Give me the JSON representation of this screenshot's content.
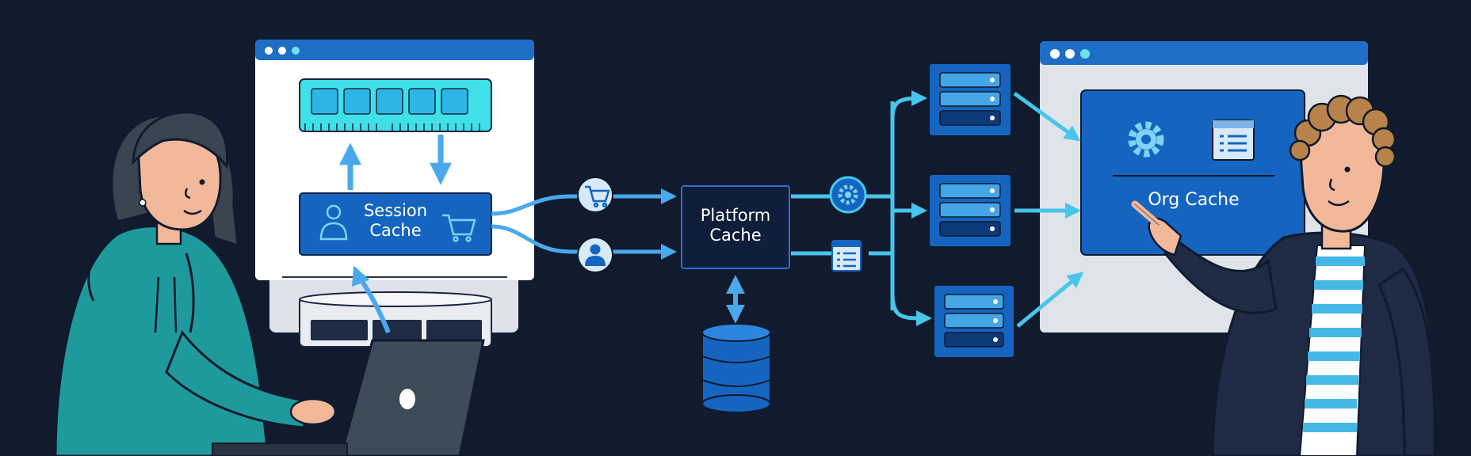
{
  "diagram": {
    "session_cache": {
      "line1": "Session",
      "line2": "Cache"
    },
    "platform_cache": {
      "line1": "Platform",
      "line2": "Cache"
    },
    "org_cache": {
      "label": "Org Cache"
    }
  },
  "colors": {
    "background": "#121a2e",
    "primary_blue": "#1565c0",
    "accent_cyan": "#45c6ea",
    "window_bar": "#1e6ec8",
    "memory_module": "#3fe0e8"
  },
  "icons": [
    "person-icon",
    "cart-icon",
    "gear-icon",
    "list-icon",
    "database-icon",
    "server-icon",
    "memory-module-icon",
    "laptop-icon"
  ]
}
